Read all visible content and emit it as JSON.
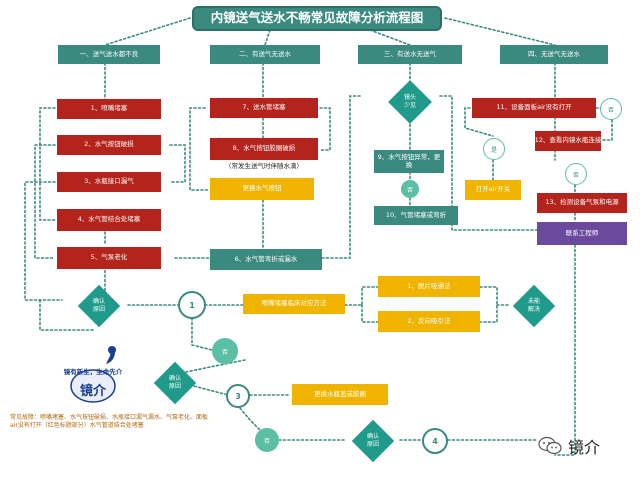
{
  "title": "内镜送气送水不畅常见故障分析流程图",
  "categories": [
    "一、送气送水都不良",
    "二、有送气无送水",
    "三、有送水无送气",
    "四、无送气无送水"
  ],
  "col1": [
    "1、喷嘴堵塞",
    "2、水气按钮破损",
    "3、水瓶接口漏气",
    "4、水气管结合处堵塞",
    "5、气泵老化"
  ],
  "col2": {
    "item7": "7、送水管堵塞",
    "item8": "8、水气按钮胶圈破损",
    "item8_note": "（常发生送气时伴随水滴）",
    "replace_button": "更换水气按钮",
    "item6": "6、水气管弯折或漏水"
  },
  "col3": {
    "diamond": "镜头\n少见",
    "item9": "9、水气按钮异常，更换",
    "no": "否",
    "item10": "10、气管堵塞或弯折"
  },
  "col4": {
    "item11": "11、设备面板air没有打开",
    "no_1": "否",
    "item12": "12、查看内镜水瓶连接",
    "yes": "是",
    "open_air": "打开air开关",
    "no_2": "否",
    "item13": "13、检测设备气泵和电源",
    "contact": "联系工程师"
  },
  "flow": {
    "confirm_1": "确认\n原因",
    "circle_1": "1",
    "method_center": "喷嘴堵塞临床对应方法",
    "method_1": "1、脱片吸通法",
    "method_2": "2、反向吸引法",
    "unresolved": "未能\n解决",
    "no_1": "否",
    "confirm_2": "确认\n原因",
    "circle_3": "3",
    "replace_bottle": "更换水瓶盖或胶圈",
    "no_2": "否",
    "confirm_3": "确认\n原因",
    "circle_4": "4"
  },
  "logo": {
    "arc_text": "镜有新生，生命先介",
    "name": "镜介"
  },
  "footer": "常见故障：喷嘴堵塞、水气按钮破损、水瓶接口漏气漏水、气泵老化、面板air没有打开（红色标题部分）水气管道结合处堵塞",
  "watermark": "镜介",
  "colors": {
    "teal": "#3a8a80",
    "red": "#b4241c",
    "yellow": "#f0b400",
    "purple": "#6b4a9e",
    "mint": "#5bbfa6",
    "diamond": "#1f9a8b"
  }
}
